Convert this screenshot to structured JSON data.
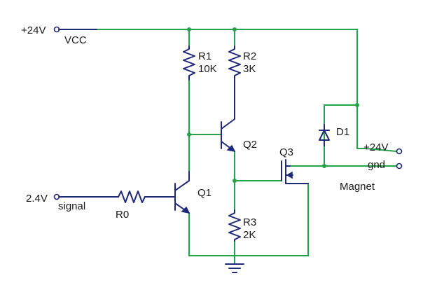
{
  "supply": {
    "voltage": "+24V",
    "name": "VCC"
  },
  "input": {
    "voltage": "2.4V",
    "name": "signal"
  },
  "output": {
    "voltage": "+24V",
    "gnd": "gnd",
    "load": "Magnet"
  },
  "components": {
    "R0": {
      "ref": "R0"
    },
    "R1": {
      "ref": "R1",
      "value": "10K"
    },
    "R2": {
      "ref": "R2",
      "value": "3K"
    },
    "R3": {
      "ref": "R3",
      "value": "2K"
    },
    "Q1": {
      "ref": "Q1"
    },
    "Q2": {
      "ref": "Q2"
    },
    "Q3": {
      "ref": "Q3"
    },
    "D1": {
      "ref": "D1"
    }
  },
  "colors": {
    "wire": "#22a34a",
    "component": "#1e2a78",
    "text": "#1a1a1a"
  }
}
